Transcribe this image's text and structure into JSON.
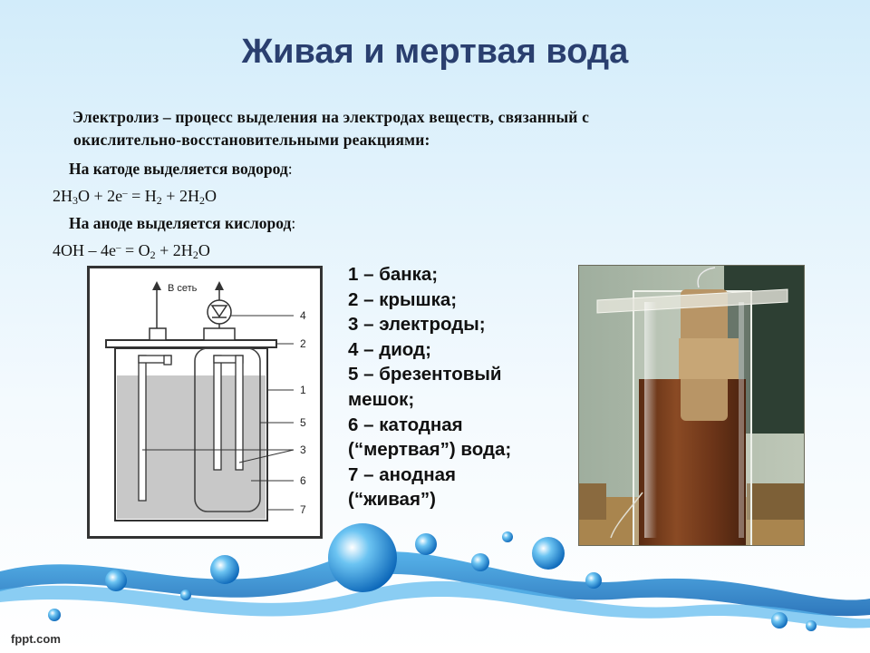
{
  "slide": {
    "title": "Живая и мертвая вода",
    "definition_line1": "Электролиз – процесс выделения на электродах веществ, связанный с",
    "definition_line2": "окислительно-восстановительными реакциями:",
    "cathode_text": "На катоде выделяется водород",
    "anode_text": "На аноде выделяется кислород",
    "cathode_formula": {
      "p1": "2H",
      "s1": "3",
      "p2": "O + 2e",
      "sup": "–",
      "p3": " = H",
      "s2": "2",
      "p4": " + 2H",
      "s3": "2",
      "p5": "O"
    },
    "anode_formula": {
      "p1": "4OH – 4e",
      "sup": "–",
      "p2": " = O",
      "s1": "2",
      "p3": " + 2H",
      "s2": "2",
      "p4": "O"
    }
  },
  "diagram": {
    "network_label": "В сеть",
    "callouts": [
      "4",
      "2",
      "1",
      "5",
      "3",
      "6",
      "7"
    ]
  },
  "legend": {
    "lines": [
      "1 – банка;",
      "2 – крышка;",
      "3 – электроды;",
      "4 – диод;",
      "5 – брезентовый",
      "мешок;",
      "6 – катодная",
      "(“мертвая”) вода;",
      "7 – анодная",
      "(“живая”)"
    ]
  },
  "footer": {
    "brand": "fppt.com"
  }
}
